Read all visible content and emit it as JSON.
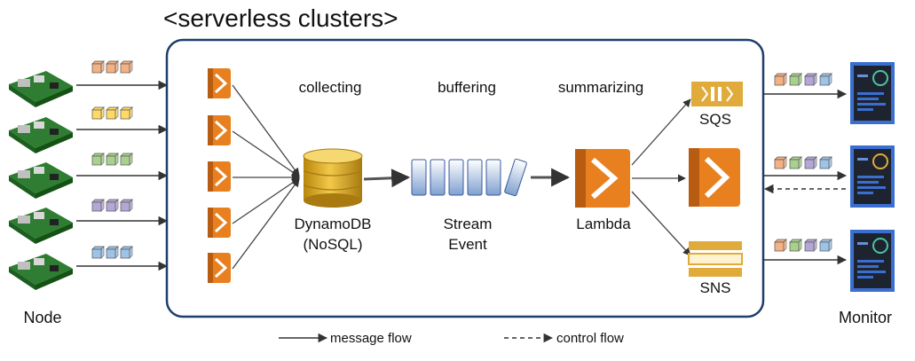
{
  "title": "<serverless clusters>",
  "stages": {
    "collecting": "collecting",
    "buffering": "buffering",
    "summarizing": "summarizing"
  },
  "nodes": {
    "source_label": "Node",
    "monitor_label": "Monitor",
    "dynamodb_line1": "DynamoDB",
    "dynamodb_line2": "(NoSQL)",
    "stream_line1": "Stream",
    "stream_line2": "Event",
    "lambda_label": "Lambda",
    "sqs_label": "SQS",
    "sns_label": "SNS"
  },
  "legend": {
    "message_flow": "message flow",
    "control_flow": "control flow"
  },
  "colors": {
    "cluster_border": "#1f3d6b",
    "lambda_orange": "#e8801f",
    "lambda_dark": "#b85c12",
    "db_gold": "#d9a826",
    "stream_blue": "#6f93c8",
    "sqs_gold": "#e0ab3a",
    "monitor_blue": "#3a6fd0",
    "packet_orange": "#f4b183",
    "packet_yellow": "#ffd966",
    "packet_green": "#a9d18e",
    "packet_purple": "#b4a7d6",
    "packet_blue": "#9dc3e6"
  },
  "packet_rows": [
    [
      "packet_orange",
      "packet_orange",
      "packet_orange"
    ],
    [
      "packet_yellow",
      "packet_yellow",
      "packet_yellow"
    ],
    [
      "packet_green",
      "packet_green",
      "packet_green"
    ],
    [
      "packet_purple",
      "packet_purple",
      "packet_purple"
    ],
    [
      "packet_blue",
      "packet_blue",
      "packet_blue"
    ]
  ],
  "output_packets": [
    "packet_orange",
    "packet_green",
    "packet_purple",
    "packet_blue"
  ],
  "icons": [
    "raspberry-pi-icon",
    "aws-lambda-icon",
    "dynamodb-icon",
    "kinesis-stream-icon",
    "sqs-icon",
    "sns-icon",
    "monitor-dashboard-icon"
  ]
}
